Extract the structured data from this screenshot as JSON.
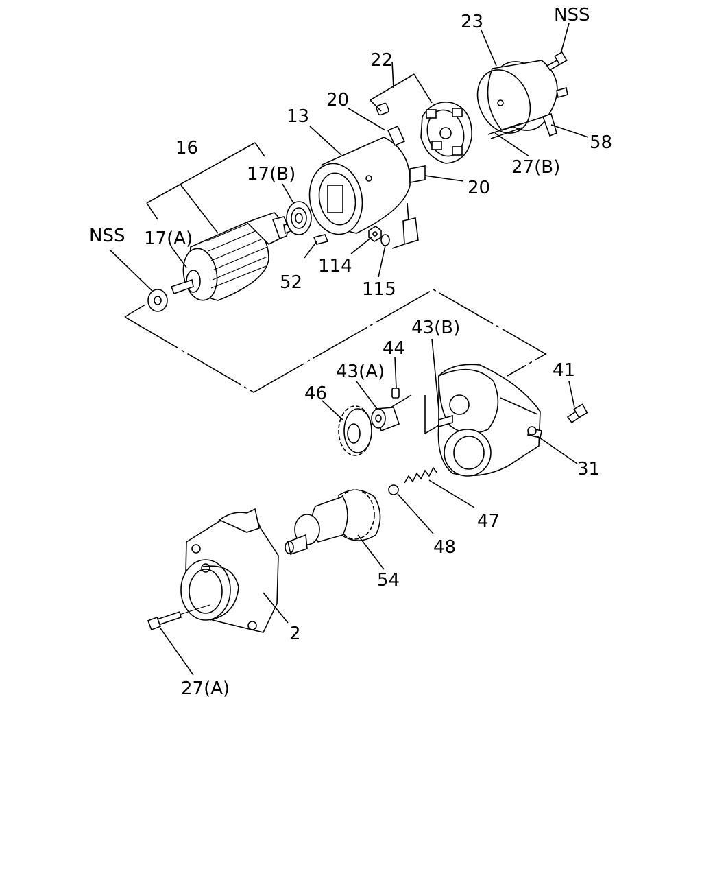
{
  "labels": {
    "l_nss_top": "NSS",
    "l_23": "23",
    "l_22": "22",
    "l_20_top": "20",
    "l_13": "13",
    "l_58": "58",
    "l_27b": "27(B)",
    "l_20_right": "20",
    "l_16": "16",
    "l_17b": "17(B)",
    "l_nss_left": "NSS",
    "l_17a": "17(A)",
    "l_114": "114",
    "l_52": "52",
    "l_115": "115",
    "l_43b": "43(B)",
    "l_44": "44",
    "l_43a": "43(A)",
    "l_41": "41",
    "l_46": "46",
    "l_31": "31",
    "l_47": "47",
    "l_48": "48",
    "l_54": "54",
    "l_2": "2",
    "l_27a": "27(A)"
  }
}
